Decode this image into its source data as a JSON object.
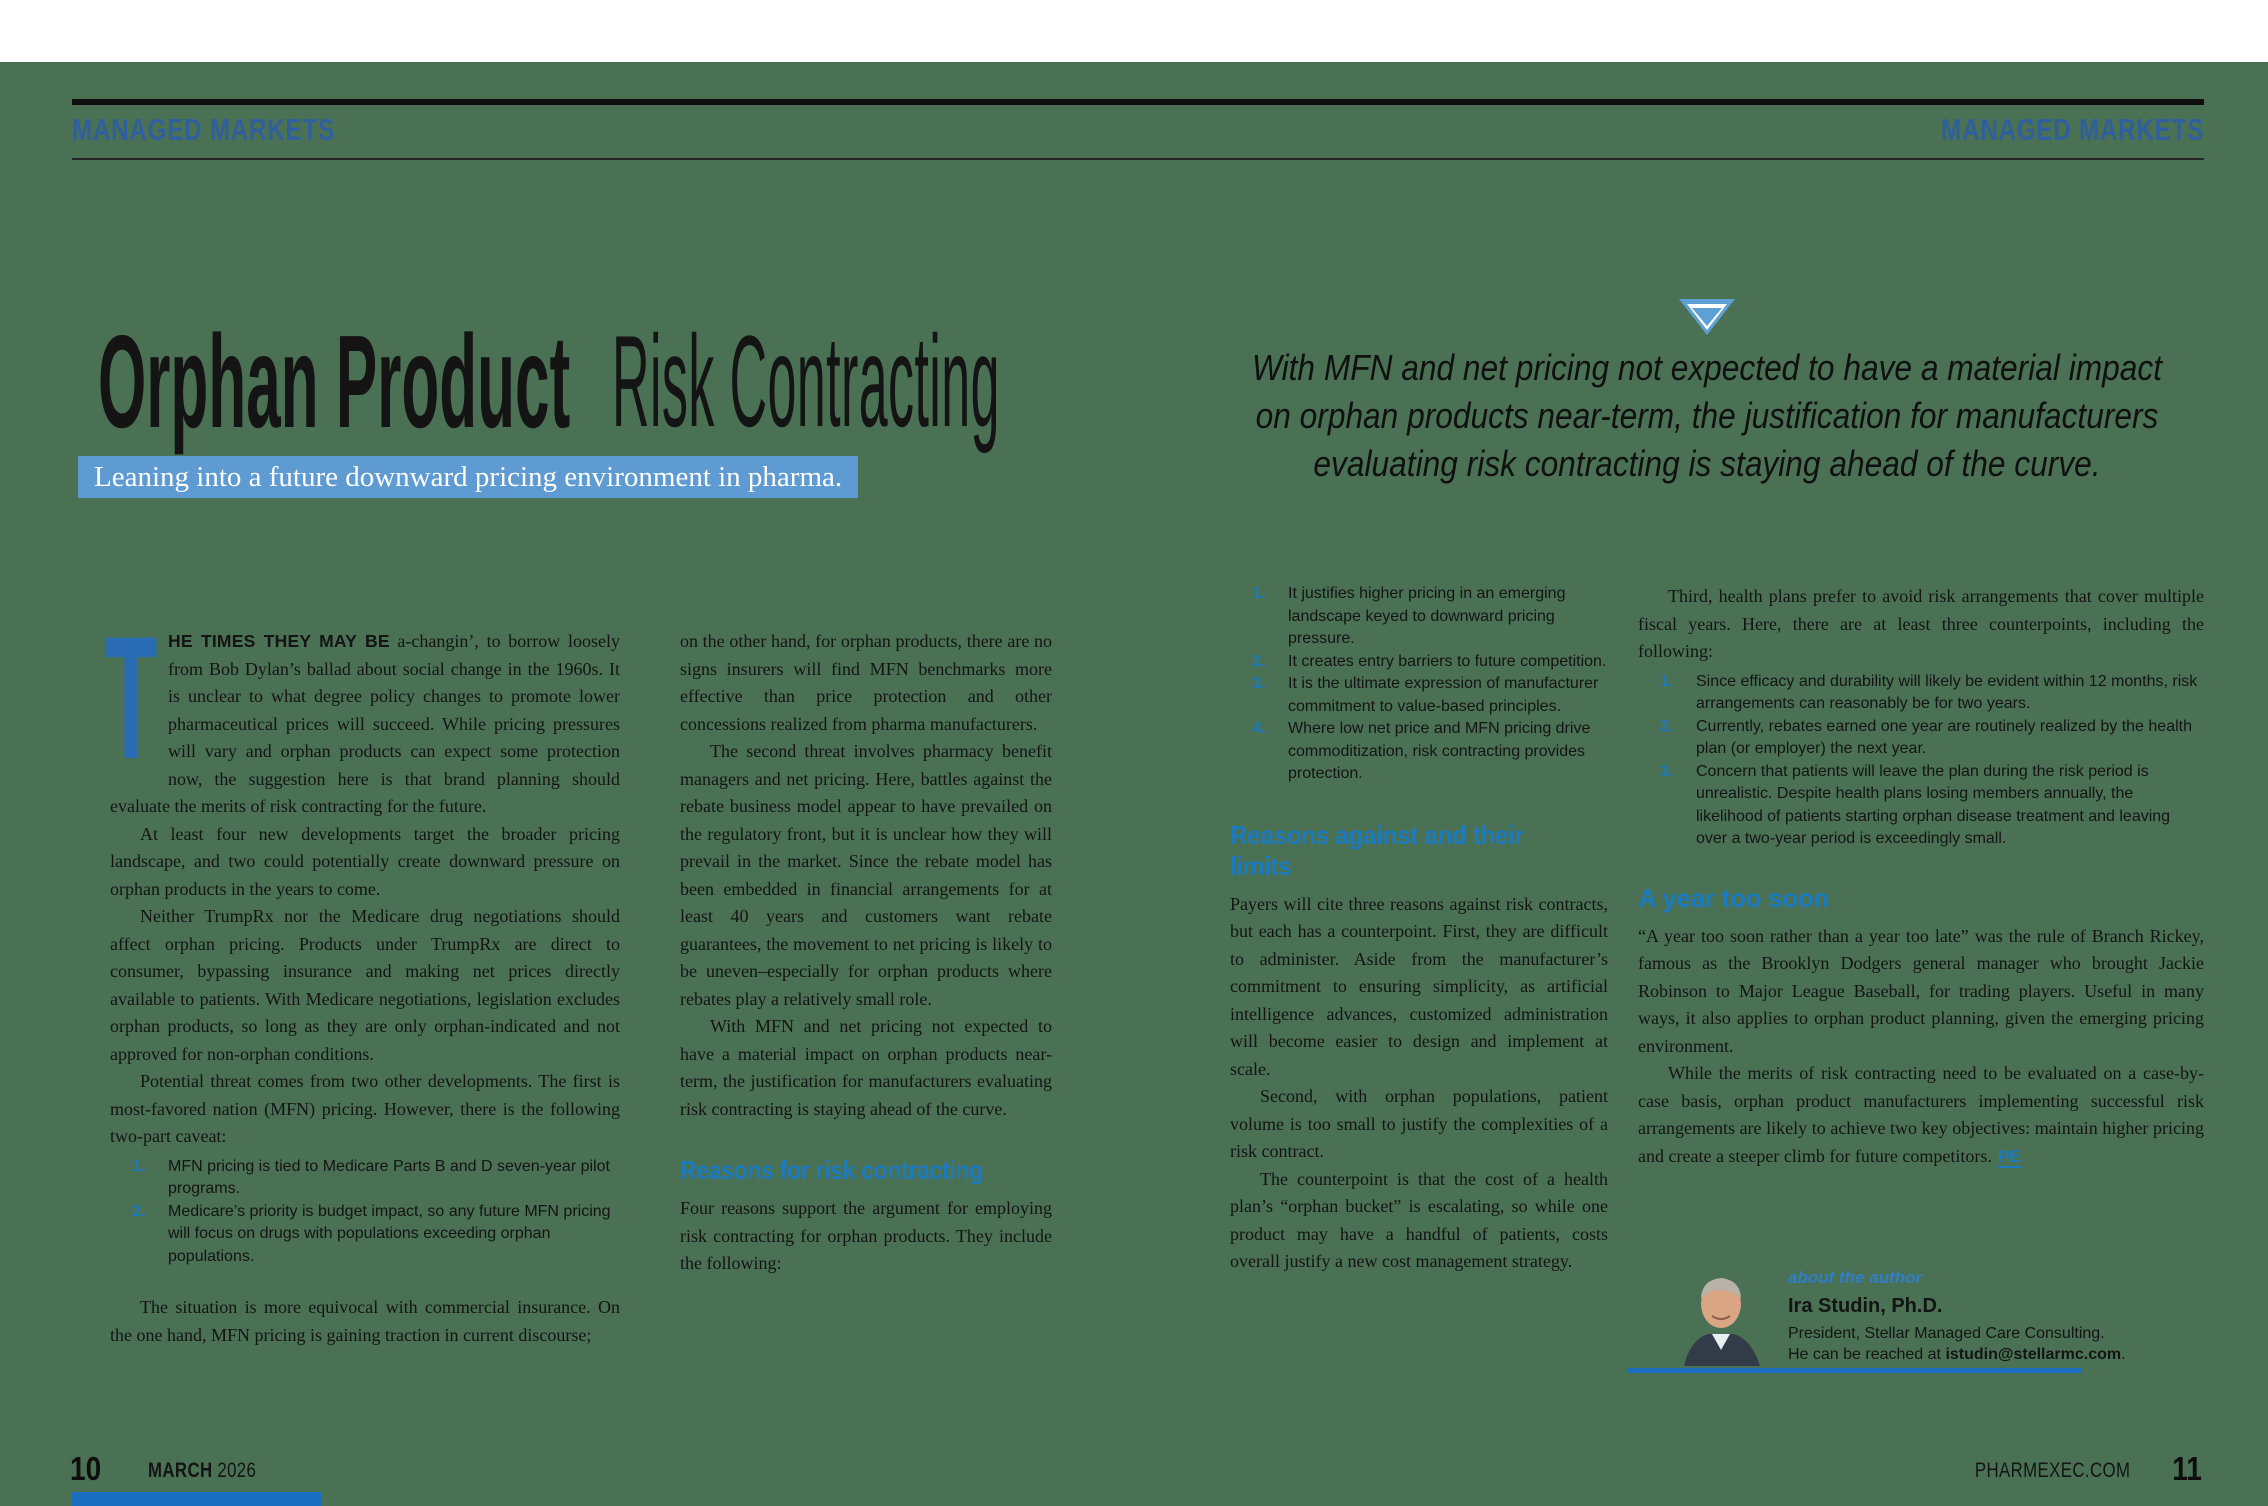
{
  "colors": {
    "background_green": "#4a7153",
    "accent_blue": "#1b7ac0",
    "navy_label_blue": "#2f5f9f",
    "deck_bar_blue": "#5e9bd2",
    "dropcap_blue": "#2a6cb3",
    "rule_blue": "#1b6fc0"
  },
  "header": {
    "left_label": "MANAGED MARKETS",
    "right_label": "MANAGED MARKETS"
  },
  "title": {
    "bold": "Orphan Product",
    "light": "Risk Contracting",
    "deck": "Leaning into a future downward pricing environment in pharma."
  },
  "article": {
    "dropcap": "T",
    "col1": {
      "lead": "HE TIMES THEY MAY BE",
      "p1": " a-changin’, to borrow loosely from Bob Dylan’s ballad about social change in the 1960s. It is unclear to what degree policy changes to promote lower pharmaceutical prices will succeed. While pricing pressures will vary and orphan products can expect some protection now, the suggestion here is that brand planning should evaluate the merits of risk contracting for the future.",
      "p2": "At least four new developments target the broader pricing landscape, and two could potentially create downward pressure on orphan products in the years to come.",
      "p3": "Neither TrumpRx nor the Medicare drug negotiations should affect orphan pricing. Products under TrumpRx are direct to consumer, bypassing insurance and making net prices directly available to patients. With Medicare negotiations, legislation excludes orphan products, so long as they are only orphan-indicated and not approved for non-orphan conditions.",
      "p4": "Potential threat comes from two other developments. The first is most-favored nation (MFN) pricing. However, there is the following two-part caveat:",
      "list": [
        {
          "n": "1.",
          "text": "MFN pricing is tied to Medicare Parts B and D seven-year pilot programs."
        },
        {
          "n": "2.",
          "text": "Medicare’s priority is budget impact, so any future MFN pricing will focus on drugs with populations exceeding orphan populations."
        }
      ],
      "p5": "The situation is more equivocal with commercial insurance. On the one hand, MFN pricing is gaining traction in current discourse;"
    },
    "col2": {
      "p1": "on the other hand, for orphan products, there are no signs insurers will find MFN benchmarks more effective than price protection and other concessions realized from pharma manufacturers.",
      "p2": "The second threat involves pharmacy benefit managers and net pricing. Here, battles against the rebate business model appear to have prevailed on the regulatory front, but it is unclear how they will prevail in the market. Since the rebate model has been embedded in financial arrangements for at least 40 years and customers want rebate guarantees, the movement to net pricing is likely to be uneven–especially for orphan products where rebates play a relatively small role.",
      "p3": "With MFN and net pricing not expected to have a material impact on orphan products near-term, the justification for manufacturers evaluating risk contracting is staying ahead of the curve.",
      "heading": "Reasons for risk contracting",
      "p4": "Four reasons support the argument for employing risk contracting for orphan products. They include the following:"
    },
    "pull_quote": {
      "lines": [
        "With MFN and net pricing not expected to have a material impact",
        "on orphan products near-term, the justification for manufacturers",
        "evaluating risk contracting is staying ahead of the curve."
      ]
    },
    "col3": {
      "list": [
        {
          "n": "1.",
          "text": "It justifies higher pricing in an emerging landscape keyed to downward pricing pressure."
        },
        {
          "n": "2.",
          "text": "It creates entry barriers to future competition."
        },
        {
          "n": "3.",
          "text": "It is the ultimate expression of manufacturer commitment to value-based principles."
        },
        {
          "n": "4.",
          "text": "Where low net price and MFN pricing drive commoditization, risk contracting provides protection."
        }
      ],
      "heading": "Reasons against and their limits",
      "p1": "Payers will cite three reasons against risk contracts, but each has a counterpoint. First, they are difficult to administer. Aside from the manufacturer’s commitment to ensuring simplicity, as artificial intelligence advances, customized administration will become easier to design and implement at scale.",
      "p2": "Second, with orphan populations, patient volume is too small to justify the complexities of a risk contract.",
      "p3": "The counterpoint is that the cost of a health plan’s “orphan bucket” is escalating, so while one product may have a handful of patients, costs overall justify a new cost management strategy."
    },
    "col4": {
      "p1": "Third, health plans prefer to avoid risk arrangements that cover multiple fiscal years. Here, there are at least three counterpoints, including the following:",
      "list": [
        {
          "n": "1.",
          "text": "Since efficacy and durability will likely be evident within 12 months, risk arrangements can reasonably be for two years."
        },
        {
          "n": "2.",
          "text": "Currently, rebates earned one year are routinely realized by the health plan (or employer) the next year."
        },
        {
          "n": "3.",
          "text": "Concern that patients will leave the plan during the risk period is unrealistic. Despite health plans losing members annually, the likelihood of patients starting orphan disease treatment and leaving over a two-year period is exceedingly small."
        }
      ],
      "heading": "A year too soon",
      "p2": "“A year too soon rather than a year too late” was the rule of Branch Rickey, famous as the Brooklyn Dodgers general manager who brought Jackie Robinson to Major League Baseball, for trading players. Useful in many ways, it also applies to orphan product planning, given the emerging pricing environment.",
      "p3": "While the merits of risk contracting need to be evaluated on a case-by-case basis, orphan product manufacturers implementing successful risk arrangements are likely to achieve two key objectives: maintain higher pricing and create a steeper climb for future competitors.",
      "end_mark": "PE"
    }
  },
  "author": {
    "kicker": "about the author",
    "name": "Ira Studin, Ph.D.",
    "role": "President, Stellar Managed Care Consulting.",
    "contact_prefix": "He can be reached at ",
    "email": "istudin@stellarmc.com",
    "contact_suffix": "."
  },
  "footer": {
    "page_left": "10",
    "month": "MARCH",
    "year": "2026",
    "site": "PHARMEXEC.COM",
    "page_right": "11"
  }
}
